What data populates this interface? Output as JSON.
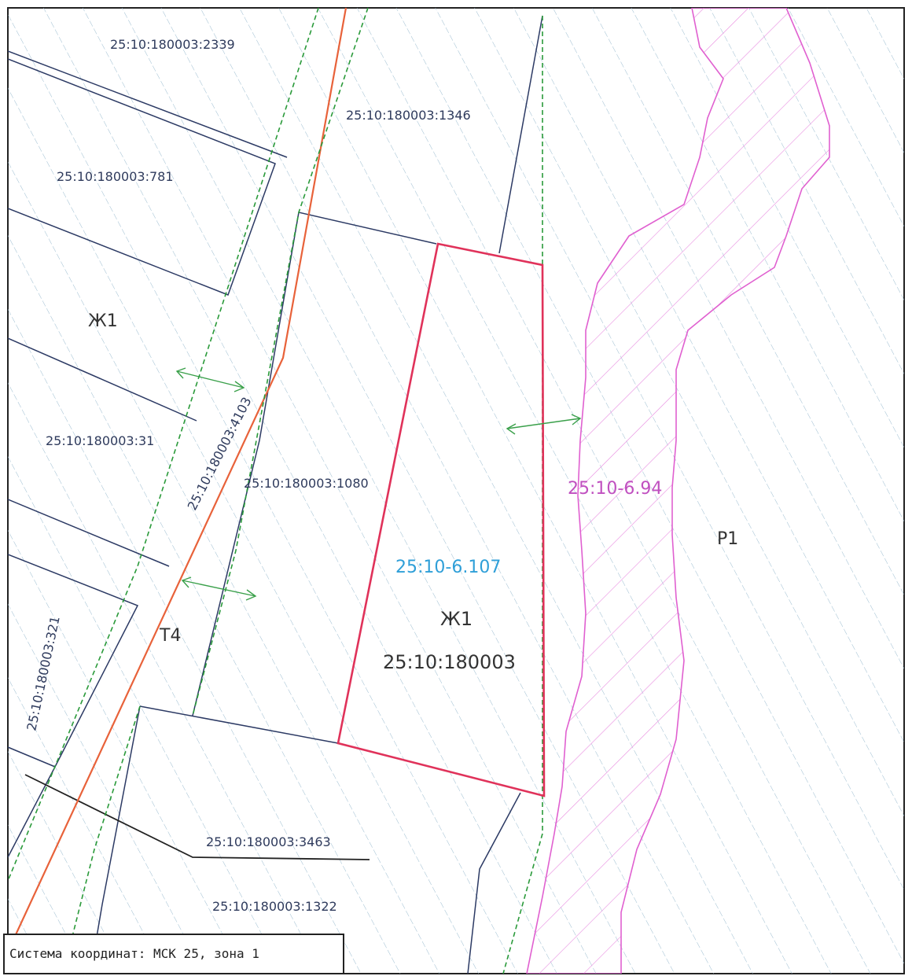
{
  "colors": {
    "frame": "#222222",
    "parcel_line": "#2c3a64",
    "subject_parcel": "#e0325a",
    "red_line": "#e8623a",
    "zone_boundary": "#2a9a3a",
    "arrow": "#3aa04a",
    "water_zone": "#e060d0",
    "hatch": "#8fb0c8"
  },
  "labels": {
    "parcel_2339": "25:10:180003:2339",
    "parcel_1346": "25:10:180003:1346",
    "parcel_781": "25:10:180003:781",
    "zone_zh1_left": "Ж1",
    "parcel_31": "25:10:180003:31",
    "parcel_4103": "25:10:180003:4103",
    "parcel_1080": "25:10:180003:1080",
    "water_zone_code": "25:10-6.94",
    "zone_r1": "Р1",
    "zone_code_blue": "25:10-6.107",
    "zone_zh1_center": "Ж1",
    "cadastral_block": "25:10:180003",
    "parcel_321": "25:10:180003:321",
    "zone_t4": "Т4",
    "parcel_3463": "25:10:180003:3463",
    "parcel_1322": "25:10:180003:1322"
  },
  "legend": {
    "coordinate_system": "Система координат: МСК 25, зона 1"
  }
}
